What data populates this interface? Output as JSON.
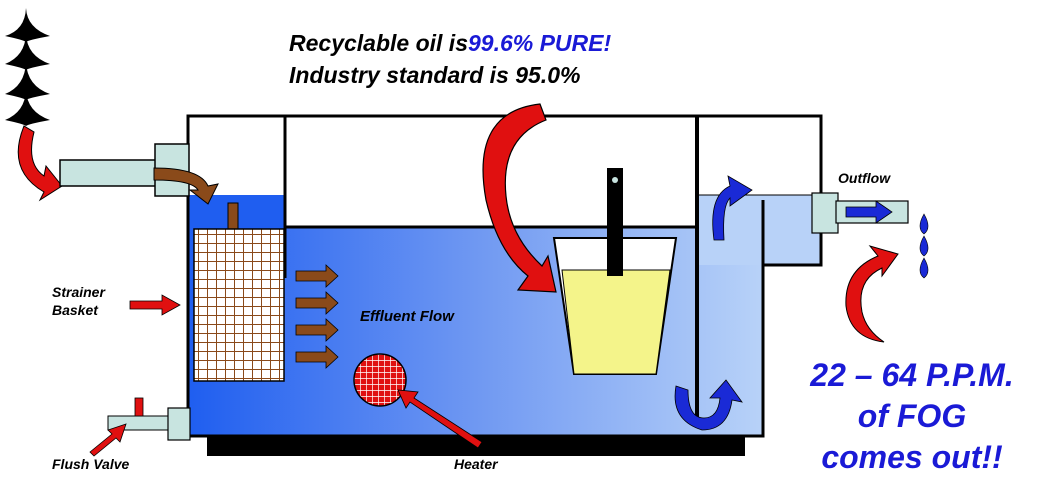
{
  "colors": {
    "water_dark": "#1f5ef0",
    "water_light": "#b8d2f8",
    "pipe": "#c8e4e0",
    "red_arrow": "#e01010",
    "brown": "#8a4a1a",
    "oil": "#f4f48a",
    "blue_text": "#1a1ad6"
  },
  "headline": {
    "line1_prefix": "Recyclable oil is",
    "line1_highlight": "99.6% PURE!",
    "line2": "Industry standard is 95.0%"
  },
  "labels": {
    "outflow": "Outflow",
    "strainer_line1": "Strainer",
    "strainer_line2": "Basket",
    "effluent_flow": "Effluent Flow",
    "flush_valve": "Flush Valve",
    "heater": "Heater"
  },
  "result": {
    "line1": "22 – 64 P.P.M.",
    "line2": "of FOG",
    "line3": "comes out!!"
  },
  "icons": [
    "wave-stack-icon",
    "curved-arrow-icon",
    "drip-icon",
    "straight-arrow-icon"
  ]
}
